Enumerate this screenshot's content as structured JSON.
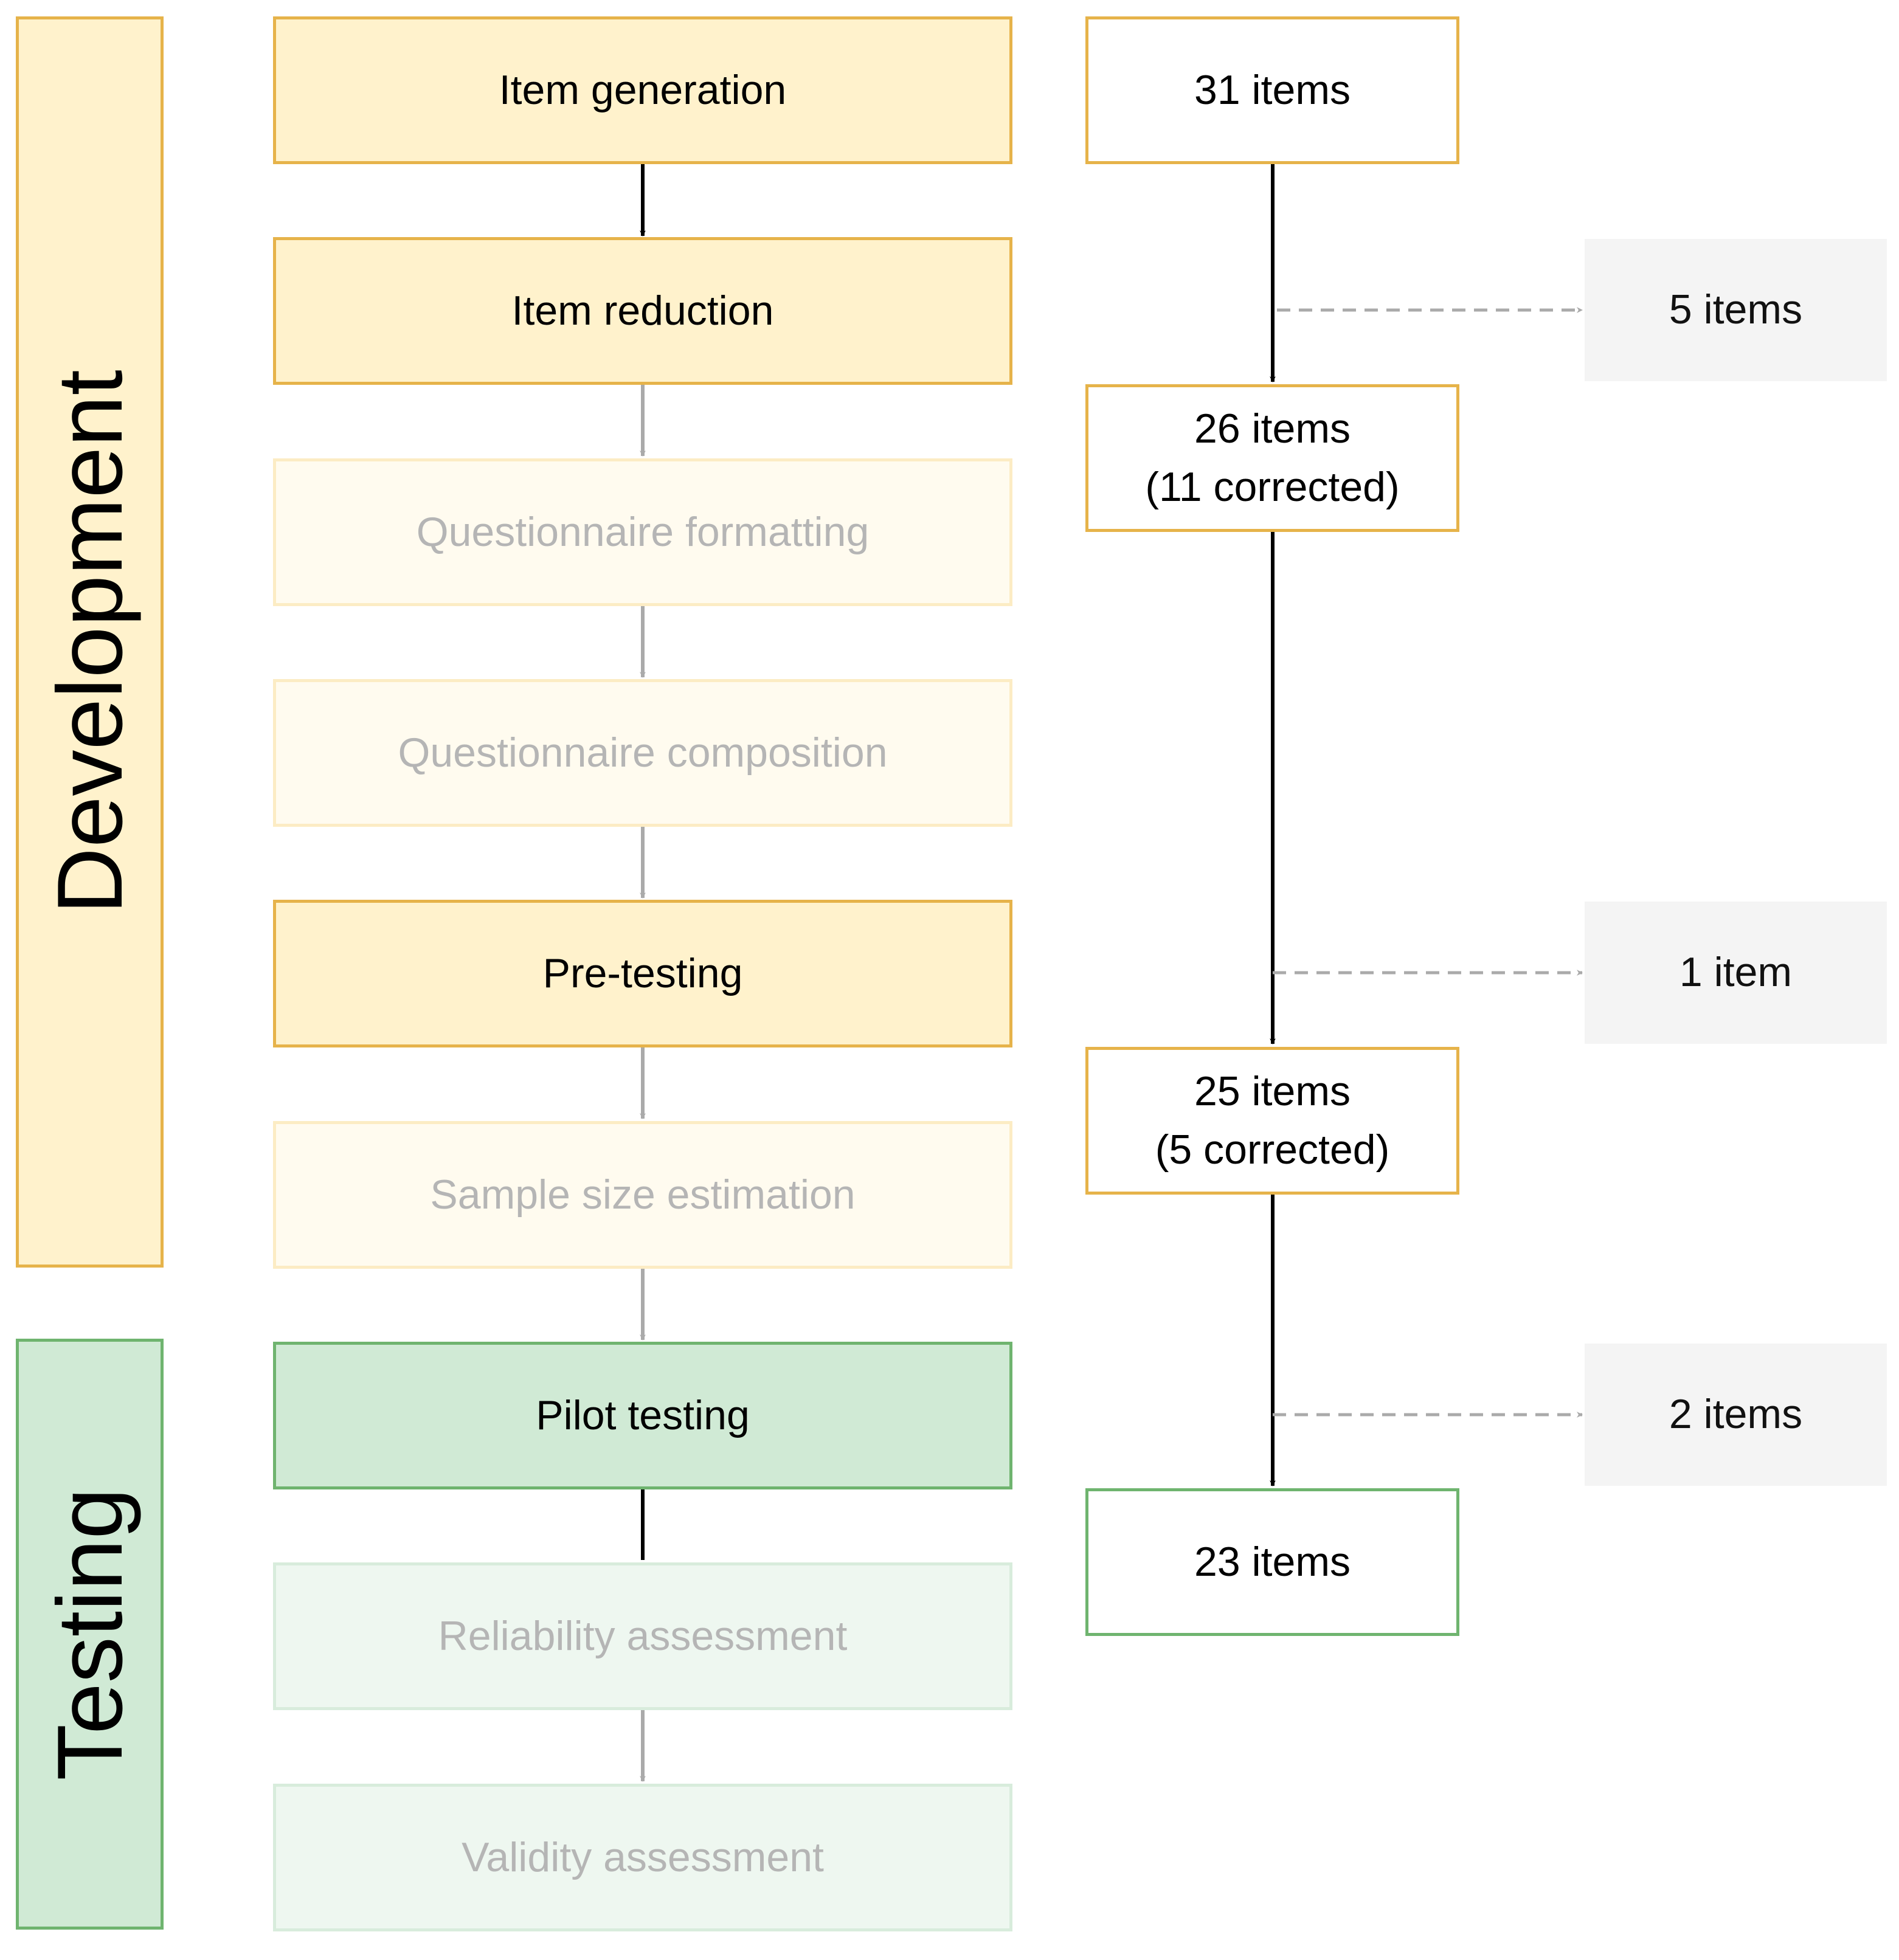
{
  "phases": {
    "development": "Development",
    "testing": "Testing"
  },
  "steps": {
    "item_generation": "Item generation",
    "item_reduction": "Item reduction",
    "questionnaire_formatting": "Questionnaire formatting",
    "questionnaire_composition": "Questionnaire composition",
    "pre_testing": "Pre-testing",
    "sample_size_estimation": "Sample size estimation",
    "pilot_testing": "Pilot testing",
    "reliability_assessment": "Reliability assessment",
    "validity_assessment": "Validity assessment"
  },
  "counts": {
    "initial": "31 items",
    "after_reduction": {
      "line1": "26 items",
      "line2": "(11 corrected)"
    },
    "after_pretesting": {
      "line1": "25 items",
      "line2": "(5 corrected)"
    },
    "final": "23 items"
  },
  "removed": {
    "reduction": "5 items",
    "pretesting": "1 item",
    "pilot": "2 items"
  },
  "colors": {
    "development_fill": "#fff2cc",
    "development_border": "#e6b34a",
    "testing_fill": "#d0ead5",
    "testing_border": "#6fb46f",
    "muted_text": "#b5b5b5",
    "removed_fill": "#f4f4f4"
  }
}
